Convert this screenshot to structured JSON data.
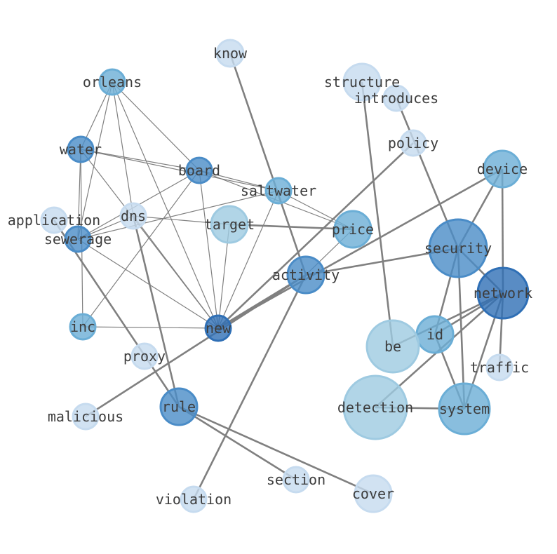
{
  "colors": {
    "pale": "#c6dbef",
    "light": "#9ecae1",
    "mid": "#6baed6",
    "strong": "#4a8cc7",
    "dark": "#2f6fb5",
    "edge": "#808080",
    "text": "#3d3d3d"
  },
  "nodes": [
    {
      "id": "know",
      "label": "know",
      "tone": "pale"
    },
    {
      "id": "structure",
      "label": "structure",
      "tone": "pale"
    },
    {
      "id": "introduces",
      "label": "introduces",
      "tone": "pale"
    },
    {
      "id": "orleans",
      "label": "orleans",
      "tone": "mid"
    },
    {
      "id": "policy",
      "label": "policy",
      "tone": "pale"
    },
    {
      "id": "water",
      "label": "water",
      "tone": "strong"
    },
    {
      "id": "board",
      "label": "board",
      "tone": "strong"
    },
    {
      "id": "device",
      "label": "device",
      "tone": "mid"
    },
    {
      "id": "saltwater",
      "label": "saltwater",
      "tone": "mid"
    },
    {
      "id": "application",
      "label": "application",
      "tone": "pale"
    },
    {
      "id": "dns",
      "label": "dns",
      "tone": "pale"
    },
    {
      "id": "target",
      "label": "target",
      "tone": "light"
    },
    {
      "id": "price",
      "label": "price",
      "tone": "mid"
    },
    {
      "id": "sewerage",
      "label": "sewerage",
      "tone": "strong"
    },
    {
      "id": "security",
      "label": "security",
      "tone": "strong"
    },
    {
      "id": "activity",
      "label": "activity",
      "tone": "strong"
    },
    {
      "id": "network",
      "label": "network",
      "tone": "dark"
    },
    {
      "id": "inc",
      "label": "inc",
      "tone": "mid"
    },
    {
      "id": "new",
      "label": "new",
      "tone": "dark"
    },
    {
      "id": "id",
      "label": "id",
      "tone": "mid"
    },
    {
      "id": "be",
      "label": "be",
      "tone": "light"
    },
    {
      "id": "proxy",
      "label": "proxy",
      "tone": "pale"
    },
    {
      "id": "traffic",
      "label": "traffic",
      "tone": "pale"
    },
    {
      "id": "malicious",
      "label": "malicious",
      "tone": "pale"
    },
    {
      "id": "rule",
      "label": "rule",
      "tone": "strong"
    },
    {
      "id": "detection",
      "label": "detection",
      "tone": "light"
    },
    {
      "id": "system",
      "label": "system",
      "tone": "mid"
    },
    {
      "id": "section",
      "label": "section",
      "tone": "pale"
    },
    {
      "id": "cover",
      "label": "cover",
      "tone": "pale"
    },
    {
      "id": "violation",
      "label": "violation",
      "tone": "pale"
    }
  ],
  "edges": [
    [
      "orleans",
      "water"
    ],
    [
      "orleans",
      "sewerage"
    ],
    [
      "orleans",
      "board"
    ],
    [
      "orleans",
      "dns"
    ],
    [
      "orleans",
      "new"
    ],
    [
      "water",
      "board"
    ],
    [
      "water",
      "saltwater"
    ],
    [
      "water",
      "sewerage"
    ],
    [
      "water",
      "new"
    ],
    [
      "water",
      "inc"
    ],
    [
      "board",
      "sewerage"
    ],
    [
      "board",
      "saltwater"
    ],
    [
      "board",
      "price"
    ],
    [
      "board",
      "new"
    ],
    [
      "board",
      "inc"
    ],
    [
      "saltwater",
      "sewerage"
    ],
    [
      "saltwater",
      "new"
    ],
    [
      "saltwater",
      "price"
    ],
    [
      "sewerage",
      "new"
    ],
    [
      "sewerage",
      "dns"
    ],
    [
      "inc",
      "new"
    ],
    [
      "target",
      "new"
    ],
    [
      "dns",
      "new"
    ],
    [
      "application",
      "rule"
    ],
    [
      "dns",
      "rule"
    ],
    [
      "target",
      "price"
    ],
    [
      "target",
      "dns"
    ],
    [
      "know",
      "activity"
    ],
    [
      "activity",
      "security"
    ],
    [
      "activity",
      "new"
    ],
    [
      "activity",
      "malicious"
    ],
    [
      "activity",
      "violation"
    ],
    [
      "activity",
      "price"
    ],
    [
      "device",
      "new"
    ],
    [
      "policy",
      "new"
    ],
    [
      "introduces",
      "security"
    ],
    [
      "structure",
      "be"
    ],
    [
      "device",
      "network"
    ],
    [
      "device",
      "security"
    ],
    [
      "security",
      "network"
    ],
    [
      "security",
      "system"
    ],
    [
      "security",
      "id"
    ],
    [
      "network",
      "traffic"
    ],
    [
      "network",
      "system"
    ],
    [
      "network",
      "detection"
    ],
    [
      "network",
      "id"
    ],
    [
      "network",
      "be"
    ],
    [
      "id",
      "system"
    ],
    [
      "detection",
      "system"
    ],
    [
      "rule",
      "section"
    ],
    [
      "rule",
      "cover"
    ]
  ]
}
